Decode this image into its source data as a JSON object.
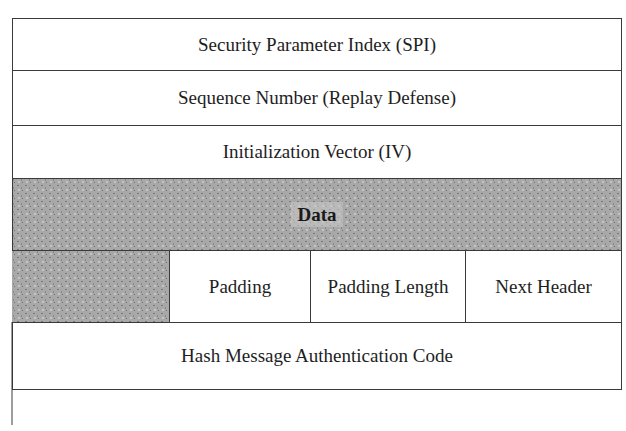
{
  "diagram": {
    "nodes": [
      {
        "text": [
          "Security Parameter Index (SPI)"
        ]
      },
      {
        "text": [
          "Sequence Number (Replay Defense)"
        ]
      },
      {
        "text": [
          "Initialization Vector (IV)"
        ]
      },
      {
        "text": [
          "Data"
        ]
      },
      {
        "text": [
          "Padding"
        ]
      },
      {
        "text": [
          "Padding Length"
        ]
      },
      {
        "text": [
          "Next Header"
        ]
      },
      {
        "text": [
          "Hash Message Authentication Code"
        ]
      }
    ]
  }
}
